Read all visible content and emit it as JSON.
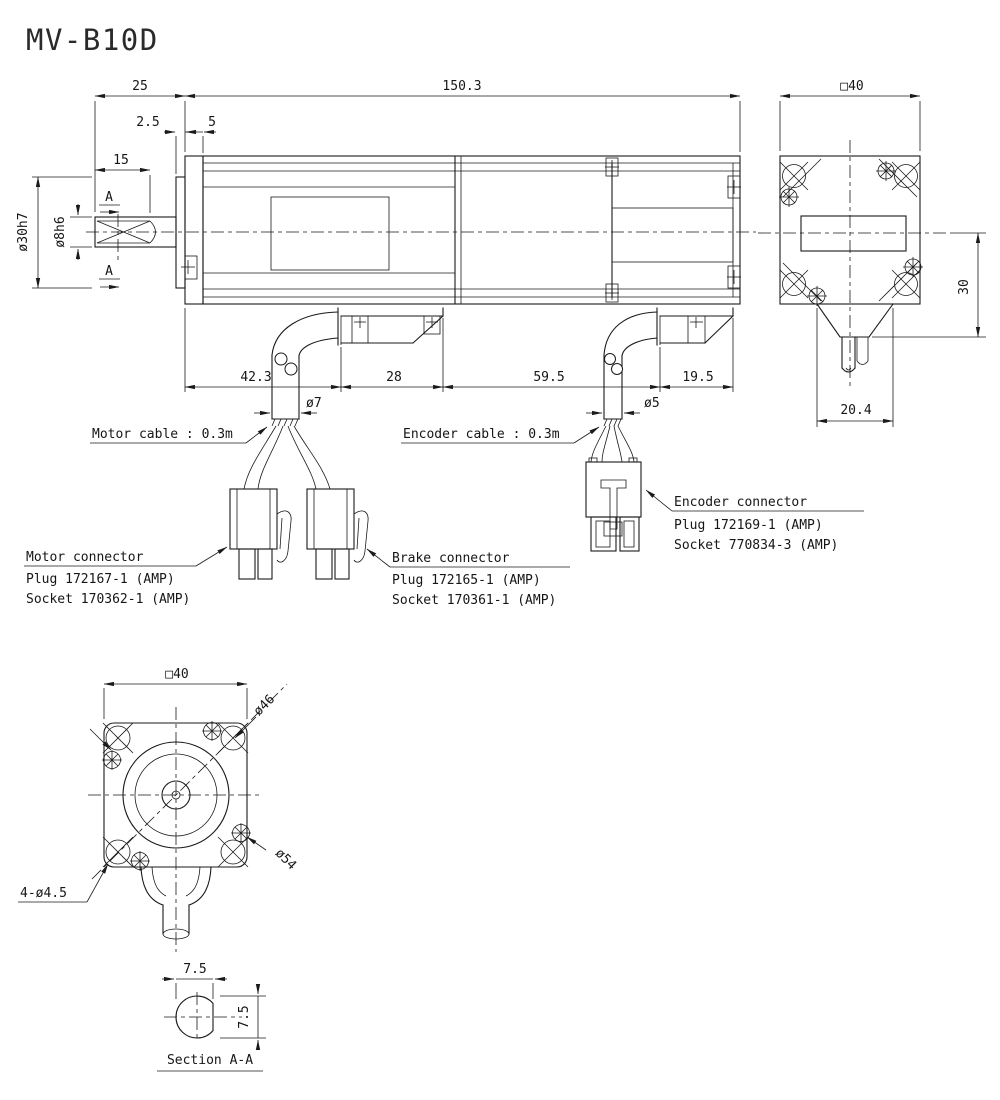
{
  "title": "MV-B10D",
  "side_view": {
    "dims": {
      "shaft_length": "25",
      "body_length": "150.3",
      "spigot_depth": "2.5",
      "flange_thickness": "5",
      "flat_length": "15",
      "pilot_dia": "ø30h7",
      "shaft_dia": "ø8h6",
      "motor_gland_offset": "42.3",
      "gland_spacing": "28",
      "encoder_gland_offset": "59.5",
      "rear_offset": "19.5",
      "motor_cable_dia": "ø7",
      "encoder_cable_dia": "ø5"
    },
    "section_marker": "A",
    "motor_cable_label": "Motor cable : 0.3m",
    "encoder_cable_label": "Encoder cable : 0.3m"
  },
  "connector_notes": {
    "motor": {
      "title": "Motor connector",
      "plug": "Plug 172167-1 (AMP)",
      "socket": "Socket 170362-1 (AMP)"
    },
    "brake": {
      "title": "Brake connector",
      "plug": "Plug 172165-1 (AMP)",
      "socket": "Socket 170361-1 (AMP)"
    },
    "encoder": {
      "title": "Encoder connector",
      "plug": "Plug 172169-1 (AMP)",
      "socket": "Socket 770834-3 (AMP)"
    }
  },
  "rear_view": {
    "dims": {
      "frame_size": "□40",
      "cable_cover_height": "30",
      "cable_cover_width": "20.4"
    }
  },
  "front_view": {
    "dims": {
      "frame_size": "□40",
      "pilot_circle": "ø46",
      "corner_circle": "ø54",
      "mounting_holes": "4-ø4.5"
    }
  },
  "section_view": {
    "dims": {
      "width": "7.5",
      "height": "7.5"
    },
    "label": "Section A-A"
  }
}
